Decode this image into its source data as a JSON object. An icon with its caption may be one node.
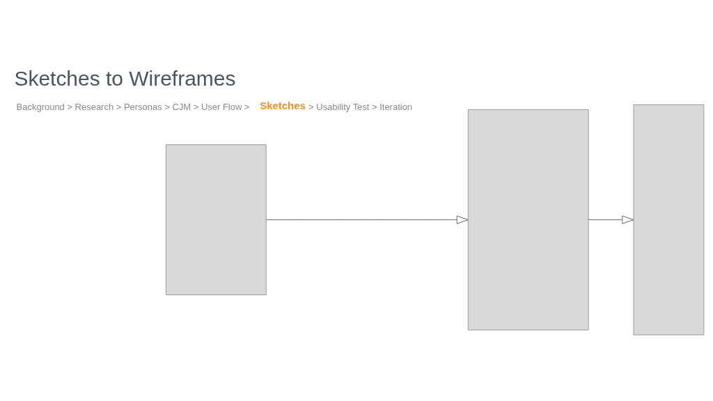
{
  "diagram": {
    "title": "Sketches to Wireframes",
    "nodes": [
      {
        "text": [],
        "shape": "box"
      },
      {
        "text": [],
        "shape": "box"
      },
      {
        "text": [],
        "shape": "box"
      }
    ],
    "edges": [
      {
        "from": 0,
        "to": 1,
        "arrow": "to"
      },
      {
        "from": 1,
        "to": 2,
        "arrow": "to"
      }
    ],
    "labels": [
      "Background > Research > Personas > CJM > User Flow >",
      "Sketches",
      "> Usability Test > Iteration"
    ]
  }
}
